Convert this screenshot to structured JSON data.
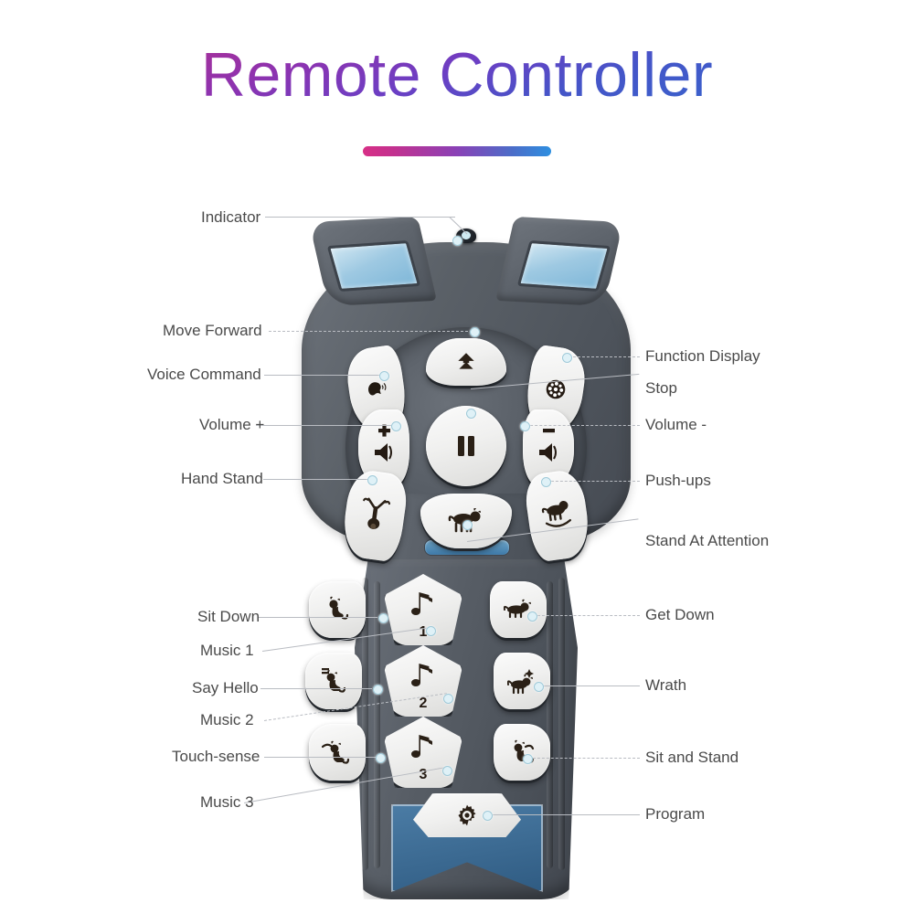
{
  "page": {
    "title": "Remote Controller",
    "background": "#ffffff",
    "title_gradient_from": "#a5309a",
    "title_gradient_to": "#3a62cc",
    "bar_gradient_from": "#d72f86",
    "bar_gradient_to": "#2e8fe0",
    "label_color": "#4a4a4a",
    "leader_color": "#b9bcc2",
    "body_color": "#5d636b",
    "button_color": "#f2f2f0",
    "lcd_color": "#9ec9e2",
    "accent_blue": "#3d79a8"
  },
  "callouts_left": [
    {
      "label": "Indicator",
      "icon": "led-indicator-icon"
    },
    {
      "label": "Move Forward",
      "icon": "arrow-up-icon"
    },
    {
      "label": "Voice Command",
      "icon": "voice-head-icon"
    },
    {
      "label": "Volume +",
      "icon": "volume-up-icon"
    },
    {
      "label": "Hand Stand",
      "icon": "dog-handstand-icon"
    },
    {
      "label": "Sit Down",
      "icon": "dog-sit-icon"
    },
    {
      "label": "Music 1",
      "icon": "music-note-icon"
    },
    {
      "label": "Say Hello",
      "icon": "dog-hello-icon"
    },
    {
      "label": "Music 2",
      "icon": "music-note-icon"
    },
    {
      "label": "Touch-sense",
      "icon": "dog-touch-icon"
    },
    {
      "label": "Music 3",
      "icon": "music-note-icon"
    }
  ],
  "callouts_right": [
    {
      "label": "Function Display",
      "icon": "film-reel-icon"
    },
    {
      "label": "Stop",
      "icon": "pause-icon"
    },
    {
      "label": "Volume -",
      "icon": "volume-down-icon"
    },
    {
      "label": "Push-ups",
      "icon": "dog-pushup-icon"
    },
    {
      "label": "Stand At Attention",
      "icon": "dog-stand-icon"
    },
    {
      "label": "Get Down",
      "icon": "dog-lie-icon"
    },
    {
      "label": "Wrath",
      "icon": "dog-angry-icon"
    },
    {
      "label": "Sit and Stand",
      "icon": "dog-sitstand-icon"
    },
    {
      "label": "Program",
      "icon": "gear-icon"
    }
  ],
  "buttons": {
    "forward": {
      "name": "Move Forward",
      "glyph": ""
    },
    "voice": {
      "name": "Voice Command",
      "glyph": ""
    },
    "function": {
      "name": "Function Display",
      "glyph": ""
    },
    "volume_up": {
      "name": "Volume +",
      "glyph": "+"
    },
    "stop": {
      "name": "Stop",
      "glyph": ""
    },
    "volume_dn": {
      "name": "Volume -",
      "glyph": "-"
    },
    "handstand": {
      "name": "Hand Stand",
      "glyph": ""
    },
    "attention": {
      "name": "Stand At Attention",
      "glyph": ""
    },
    "pushups": {
      "name": "Push-ups",
      "glyph": ""
    },
    "sitdown": {
      "name": "Sit Down",
      "glyph": ""
    },
    "music1": {
      "name": "Music 1",
      "glyph": "1"
    },
    "getdown": {
      "name": "Get Down",
      "glyph": ""
    },
    "hello": {
      "name": "Say Hello",
      "glyph": ""
    },
    "music2": {
      "name": "Music 2",
      "glyph": "2"
    },
    "wrath": {
      "name": "Wrath",
      "glyph": ""
    },
    "touch": {
      "name": "Touch-sense",
      "glyph": ""
    },
    "music3": {
      "name": "Music 3",
      "glyph": "3"
    },
    "sitstand": {
      "name": "Sit and Stand",
      "glyph": ""
    },
    "program": {
      "name": "Program",
      "glyph": ""
    }
  }
}
